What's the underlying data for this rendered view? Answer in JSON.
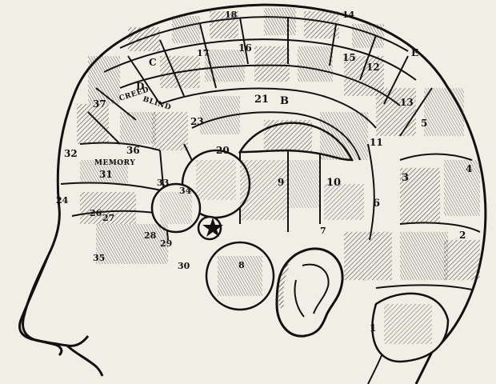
{
  "engraving": {
    "regions": [
      {
        "num": "1"
      },
      {
        "num": "2"
      },
      {
        "num": "3"
      },
      {
        "num": "4"
      },
      {
        "num": "5"
      },
      {
        "num": "6"
      },
      {
        "num": "7"
      },
      {
        "num": "8"
      },
      {
        "num": "9"
      },
      {
        "num": "10"
      },
      {
        "num": "11"
      },
      {
        "num": "12"
      },
      {
        "num": "13"
      },
      {
        "num": "14"
      },
      {
        "num": "15"
      },
      {
        "num": "16"
      },
      {
        "num": "17"
      },
      {
        "num": "18"
      },
      {
        "num": "20"
      },
      {
        "num": "21"
      },
      {
        "num": "23"
      },
      {
        "num": "24"
      },
      {
        "num": "26"
      },
      {
        "num": "27"
      },
      {
        "num": "28"
      },
      {
        "num": "29"
      },
      {
        "num": "30"
      },
      {
        "num": "31"
      },
      {
        "num": "32"
      },
      {
        "num": "33"
      },
      {
        "num": "34"
      },
      {
        "num": "35"
      },
      {
        "num": "36"
      },
      {
        "num": "37"
      },
      {
        "num": "B"
      },
      {
        "num": "C"
      },
      {
        "num": "D"
      },
      {
        "num": "E"
      }
    ],
    "labels": {
      "memory": "MEMORY",
      "creed": "CREED",
      "blind": "BLIND"
    }
  }
}
